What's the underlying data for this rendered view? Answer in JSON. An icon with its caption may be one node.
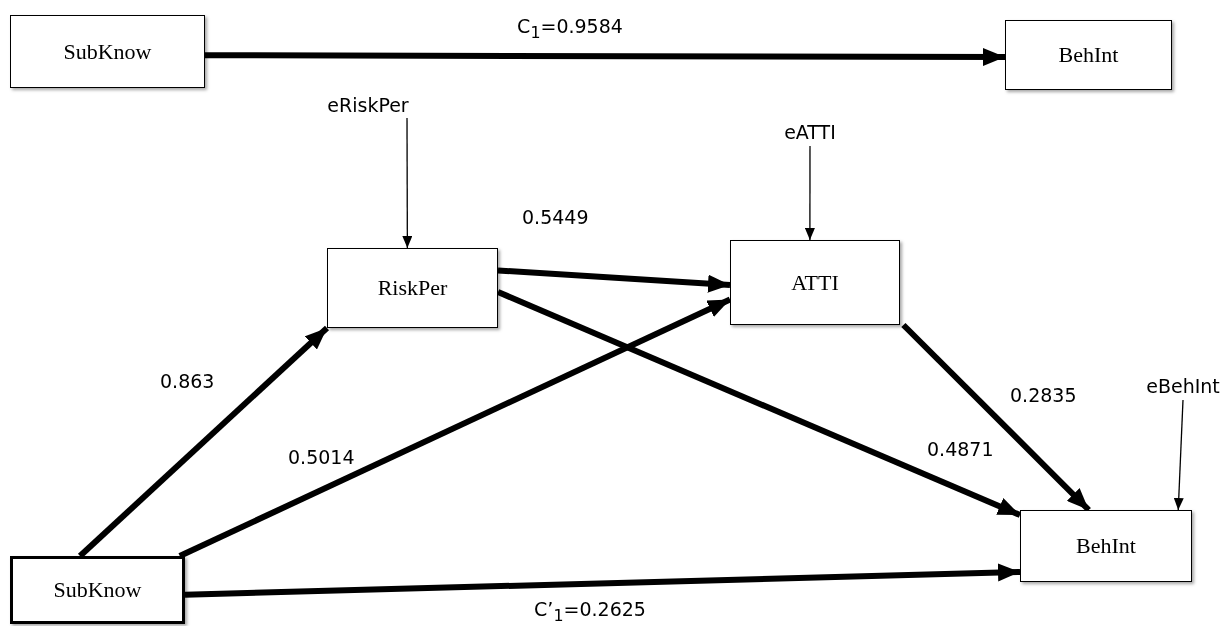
{
  "diagram": {
    "nodes": [
      {
        "text": [
          "SubKnow"
        ]
      },
      {
        "text": [
          "BehInt"
        ]
      },
      {
        "text": [
          "eRiskPer"
        ]
      },
      {
        "text": [
          "RiskPer"
        ]
      },
      {
        "text": [
          "eATTI"
        ]
      },
      {
        "text": [
          "ATTI"
        ]
      },
      {
        "text": [
          "eBehInt"
        ]
      },
      {
        "text": [
          "SubKnow"
        ]
      },
      {
        "text": [
          "BehInt"
        ]
      }
    ],
    "edges": [
      {
        "from": 0,
        "to": 1,
        "arrow": "to",
        "label": "C$_{1}$=0.9584"
      },
      {
        "from": 2,
        "to": 3,
        "arrow": "to"
      },
      {
        "from": 4,
        "to": 5,
        "arrow": "to"
      },
      {
        "from": 6,
        "to": 8,
        "arrow": "to"
      },
      {
        "from": 3,
        "to": 5,
        "arrow": "to",
        "label": "0.5449"
      },
      {
        "from": 3,
        "to": 8,
        "arrow": "to",
        "label": "0.4871"
      },
      {
        "from": 5,
        "to": 8,
        "arrow": "to",
        "label": "0.2835"
      },
      {
        "from": 7,
        "to": 3,
        "arrow": "to",
        "label": "0.863"
      },
      {
        "from": 7,
        "to": 5,
        "arrow": "to",
        "label": "0.5014"
      },
      {
        "from": 7,
        "to": 8,
        "arrow": "to",
        "label": "C’$_{1}$=0.2625"
      }
    ]
  }
}
